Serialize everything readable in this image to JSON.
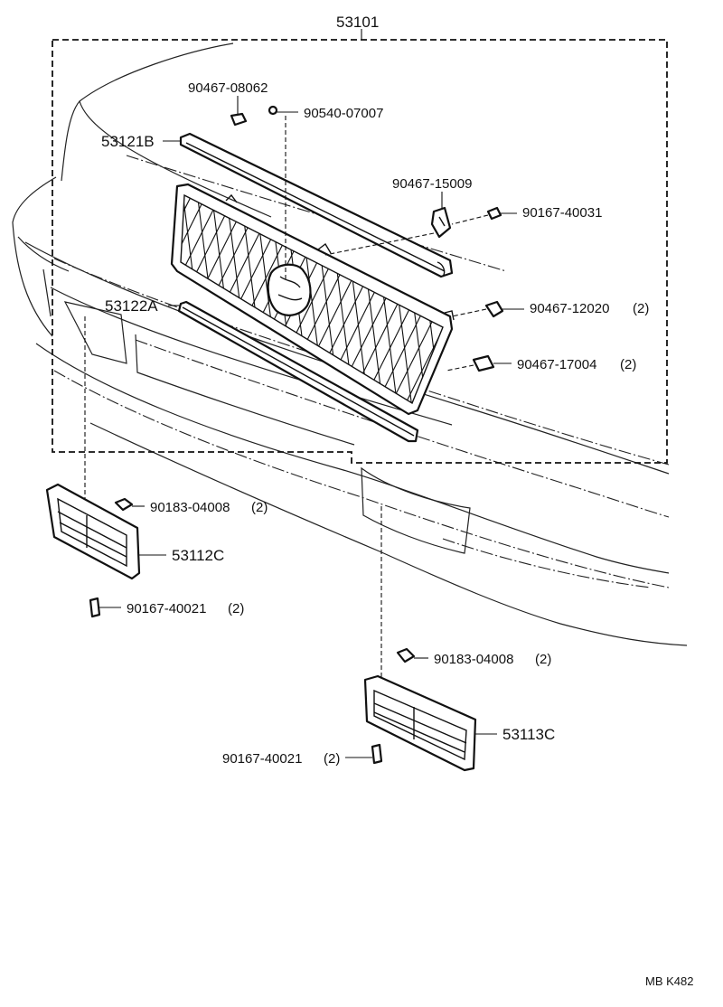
{
  "labels": {
    "assembly": "53101",
    "clip_top": "90467-08062",
    "nut_top": "90540-07007",
    "moulding_upper": "53121B",
    "clip_mid": "90467-15009",
    "screw_right": "90167-40031",
    "moulding_lower": "53122A",
    "clip_a": "90467-12020",
    "clip_a_qty": "(2)",
    "clip_b": "90467-17004",
    "clip_b_qty": "(2)",
    "nut_left": "90183-04008",
    "nut_left_qty": "(2)",
    "vent_left": "53112C",
    "screw_left": "90167-40021",
    "screw_left_qty": "(2)",
    "nut_right": "90183-04008",
    "nut_right_qty": "(2)",
    "vent_right": "53113C",
    "screw_bottom": "90167-40021",
    "screw_bottom_qty": "(2)",
    "ref_code": "MB K482"
  }
}
